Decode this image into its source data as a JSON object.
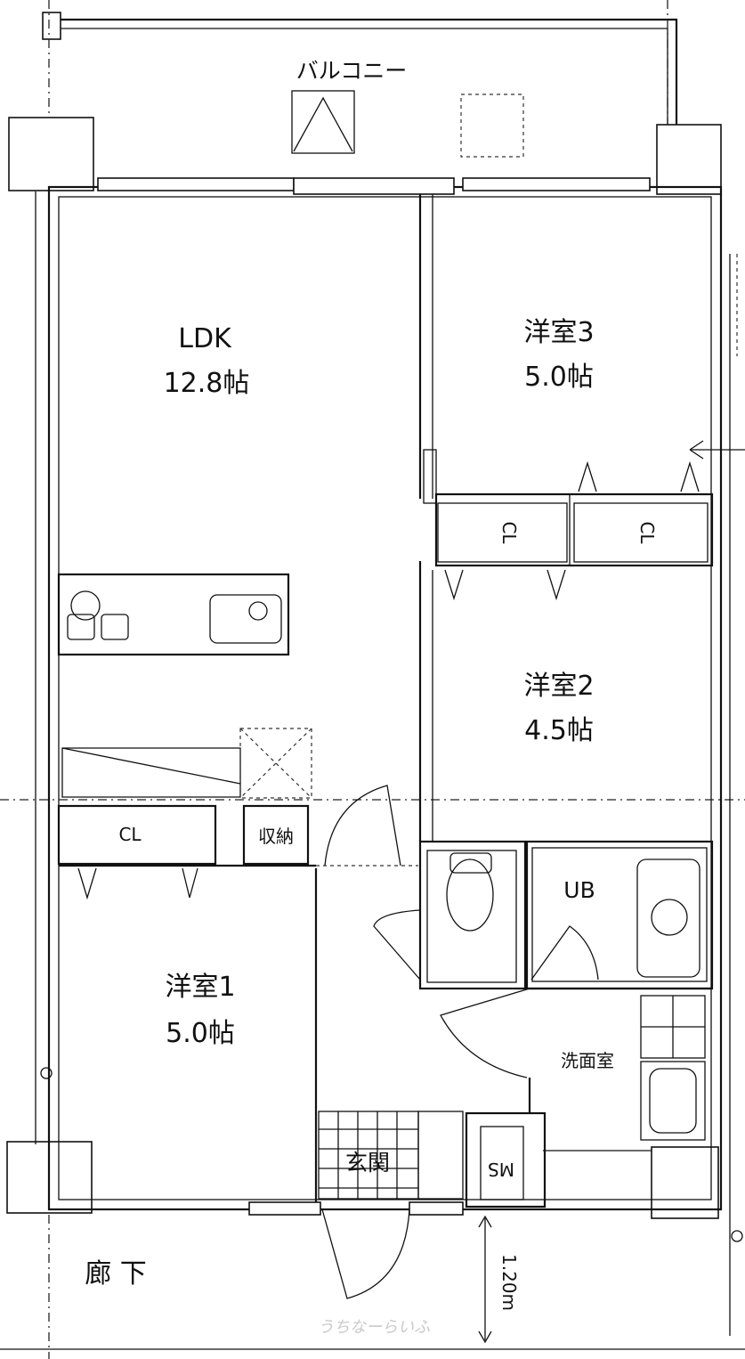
{
  "plan": {
    "balcony": "バルコニー",
    "ldk": {
      "name": "LDK",
      "size": "12.8帖"
    },
    "room3": {
      "name": "洋室3",
      "size": "5.0帖"
    },
    "room2": {
      "name": "洋室2",
      "size": "4.5帖"
    },
    "room1": {
      "name": "洋室1",
      "size": "5.0帖"
    },
    "closet": "CL",
    "storage": "収納",
    "bath": "UB",
    "washroom": "洗面室",
    "entrance": "玄関",
    "meter_space": "MS",
    "corridor": "廊 下",
    "corridor_width": "1.20m",
    "watermark": "うちなーらいふ"
  }
}
